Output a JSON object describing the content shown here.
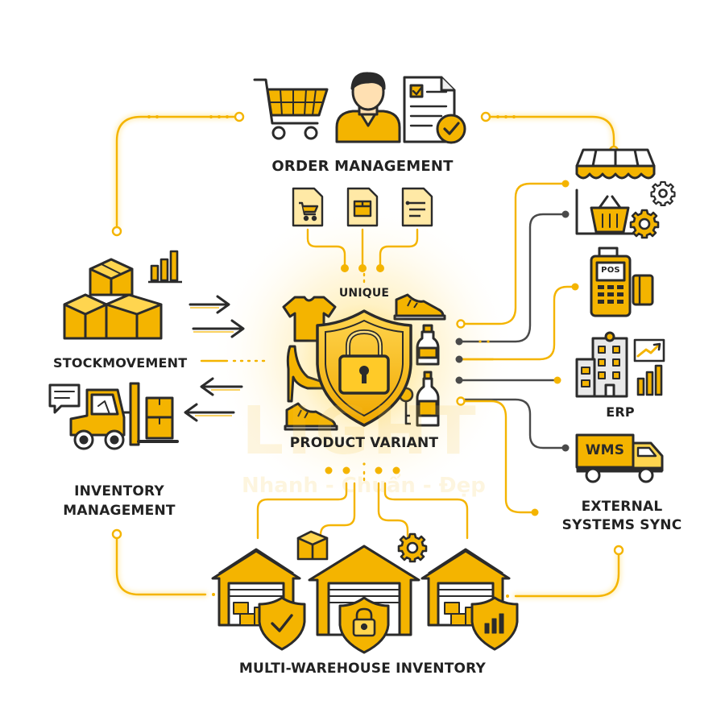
{
  "labels": {
    "order_management": "ORDER MANAGEMENT",
    "unique": "UNIQUE",
    "product_variant": "PRODUCT VARIANT",
    "stock_movement": "STOCKMOVEMENT",
    "inventory_line1": "INVENTORY",
    "inventory_line2": "MANAGEMENT",
    "erp": "ERP",
    "external_line1": "EXTERNAL",
    "external_line2": "SYSTEMS SYNC",
    "multi_warehouse": "MULTI-WAREHOUSE INVENTORY"
  },
  "badges": {
    "pos": "POS",
    "wms": "WMS"
  },
  "watermark": {
    "logo": "LIGHT",
    "tagline": "Nhanh - Chuẩn - Đẹp"
  },
  "colors": {
    "accent": "#f4b400",
    "accent_light": "#ffd54f",
    "outline": "#2b2b2b",
    "connector_dark": "#4a4a4a",
    "background": "#ffffff"
  },
  "icons": [
    "shopping-cart-icon",
    "person-icon",
    "checklist-document-icon",
    "store-icon",
    "gear-icon",
    "pos-terminal-icon",
    "building-icon",
    "truck-icon",
    "boxes-icon",
    "bar-chart-icon",
    "forklift-icon",
    "shield-lock-icon",
    "warehouse-icon",
    "tshirt-icon",
    "sneaker-icon",
    "bottle-icon",
    "high-heel-icon",
    "key-icon"
  ]
}
